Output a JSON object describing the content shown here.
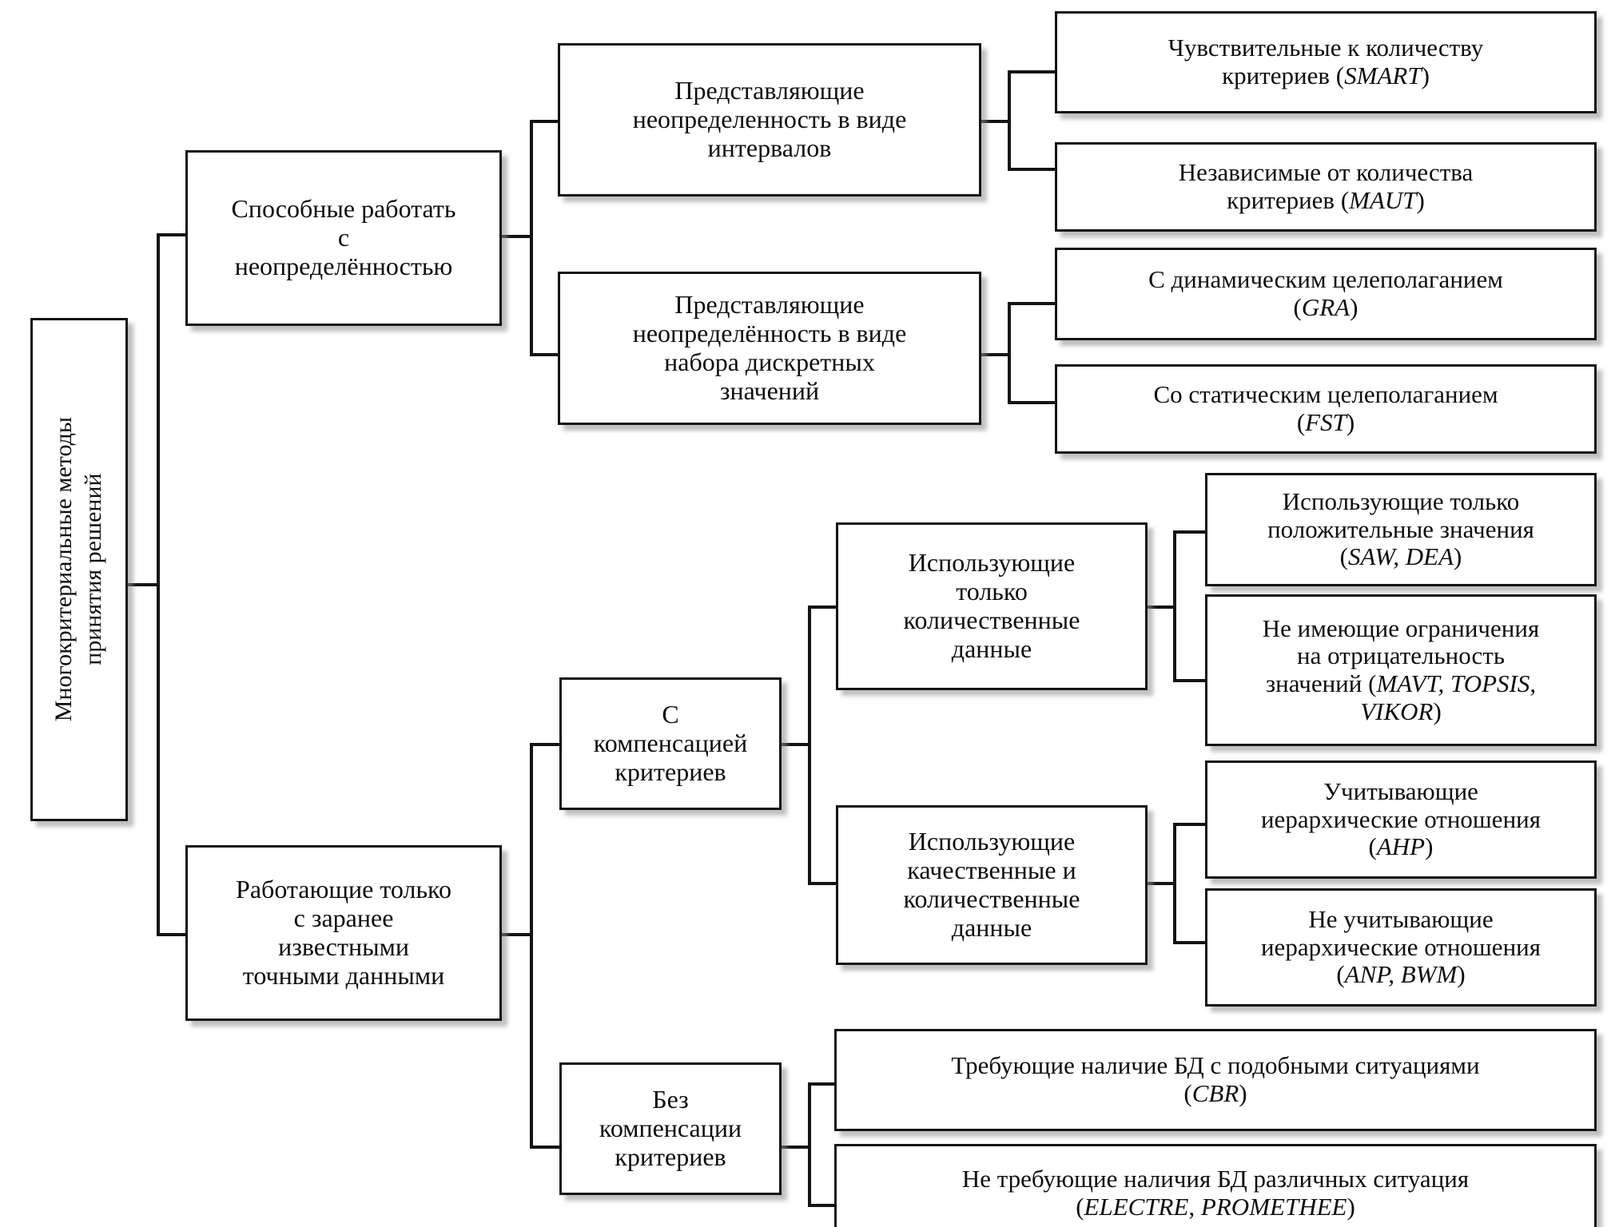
{
  "diagram": {
    "title_root": "Многокритериальные методы\nпринятия решений",
    "root": {
      "id": "root",
      "label_line1": "Многокритериальные методы",
      "label_line2": "принятия решений"
    },
    "level1": [
      {
        "id": "l1-uncertainty",
        "label": "Способные работать\nс\nнеопределённостью"
      },
      {
        "id": "l1-precise",
        "label": "Работающие только\nс заранее\nизвестными\nточными данными"
      }
    ],
    "level2": [
      {
        "id": "l2-intervals",
        "label": "Представляющие\nнеопределенность в виде\nинтервалов"
      },
      {
        "id": "l2-discrete",
        "label": "Представляющие\nнеопределённость в виде\nнабора дискретных\nзначений"
      },
      {
        "id": "l2-compensation",
        "label": "С\nкомпенсацией\nкритериев"
      },
      {
        "id": "l2-nocompensation",
        "label": "Без\nкомпенсации\nкритериев"
      }
    ],
    "level3": [
      {
        "id": "l3-quantitative",
        "label": "Использующие\nтолько\nколичественные\nданные"
      },
      {
        "id": "l3-mixed",
        "label": "Использующие\nкачественные и\nколичественные\nданные"
      }
    ],
    "leaves": [
      {
        "id": "leaf-smart",
        "text": "Чувствительные к количеству\nкритериев (",
        "acronym": "SMART",
        "tail": ")"
      },
      {
        "id": "leaf-maut",
        "text": "Независимые от количества\nкритериев (",
        "acronym": "MAUT",
        "tail": ")"
      },
      {
        "id": "leaf-gra",
        "text": "С динамическим целеполаганием\n(",
        "acronym": "GRA",
        "tail": ")"
      },
      {
        "id": "leaf-fst",
        "text": "Со статическим целеполаганием\n(",
        "acronym": "FST",
        "tail": ")"
      },
      {
        "id": "leaf-saw-dea",
        "text": "Использующие только\nположительные значения\n(",
        "acronym": "SAW, DEA",
        "tail": ")"
      },
      {
        "id": "leaf-mavt",
        "text": "Не имеющие ограничения\nна отрицательность\nзначений (",
        "acronym": "MAVT, TOPSIS,\nVIKOR",
        "tail": ")"
      },
      {
        "id": "leaf-ahp",
        "text": "Учитывающие\nиерархические отношения\n(",
        "acronym": "AHP",
        "tail": ")"
      },
      {
        "id": "leaf-anp-bwm",
        "text": "Не учитывающие\nиерархические отношения\n(",
        "acronym": "ANP, BWM",
        "tail": ")"
      },
      {
        "id": "leaf-cbr",
        "text": "Требующие наличие БД с подобными ситуациями\n(",
        "acronym": "CBR",
        "tail": ")"
      },
      {
        "id": "leaf-electre",
        "text": "Не требующие наличия БД различных ситуация\n(",
        "acronym": "ELECTRE, PROMETHEE",
        "tail": ")"
      }
    ],
    "colors": {
      "box_border": "#141414",
      "box_fill": "#ffffff",
      "connector": "#141414",
      "text": "#0d0d0d",
      "shadow": "rgba(140,140,140,0.55)"
    }
  }
}
